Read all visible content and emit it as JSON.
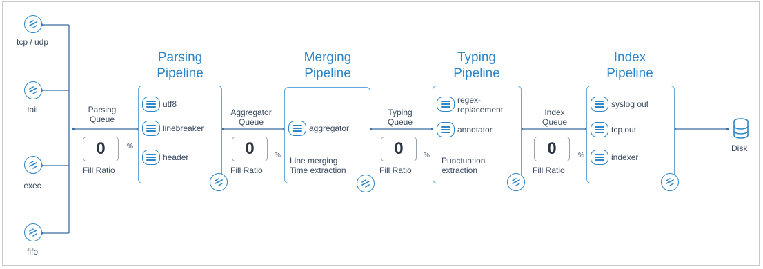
{
  "sources": [
    {
      "label": "tcp / udp",
      "icon": "splunk-icon"
    },
    {
      "label": "tail",
      "icon": "splunk-icon"
    },
    {
      "label": "exec",
      "icon": "splunk-icon"
    },
    {
      "label": "fifo",
      "icon": "splunk-icon"
    }
  ],
  "pipelines": [
    {
      "title_line1": "Parsing",
      "title_line2": "Pipeline",
      "processors": [
        "utf8",
        "linebreaker",
        "header"
      ],
      "note_line1": "",
      "note_line2": ""
    },
    {
      "title_line1": "Merging",
      "title_line2": "Pipeline",
      "processors": [
        "aggregator"
      ],
      "note_line1": "Line merging",
      "note_line2": "Time extraction"
    },
    {
      "title_line1": "Typing",
      "title_line2": "Pipeline",
      "processors": [
        "regex-",
        "annotator"
      ],
      "processor_extra": "replacement",
      "note_line1": "Punctuation",
      "note_line2": "extraction"
    },
    {
      "title_line1": "Index",
      "title_line2": "Pipeline",
      "processors": [
        "syslog out",
        "tcp out",
        "indexer"
      ],
      "note_line1": "",
      "note_line2": ""
    }
  ],
  "queues": [
    {
      "label_line1": "Parsing",
      "label_line2": "Queue",
      "value": "0",
      "unit": "%",
      "fill_label": "Fill Ratio"
    },
    {
      "label_line1": "Aggregator",
      "label_line2": "Queue",
      "value": "0",
      "unit": "%",
      "fill_label": "Fill Ratio"
    },
    {
      "label_line1": "Typing",
      "label_line2": "Queue",
      "value": "0",
      "unit": "%",
      "fill_label": "Fill Ratio"
    },
    {
      "label_line1": "Index",
      "label_line2": "Queue",
      "value": "0",
      "unit": "%",
      "fill_label": "Fill Ratio"
    }
  ],
  "disk": {
    "label": "Disk",
    "icon": "database-icon"
  },
  "colors": {
    "accent": "#2c86c8",
    "line": "#3b6ea5",
    "box": "#6aa6d8",
    "text": "#3a4a60"
  }
}
